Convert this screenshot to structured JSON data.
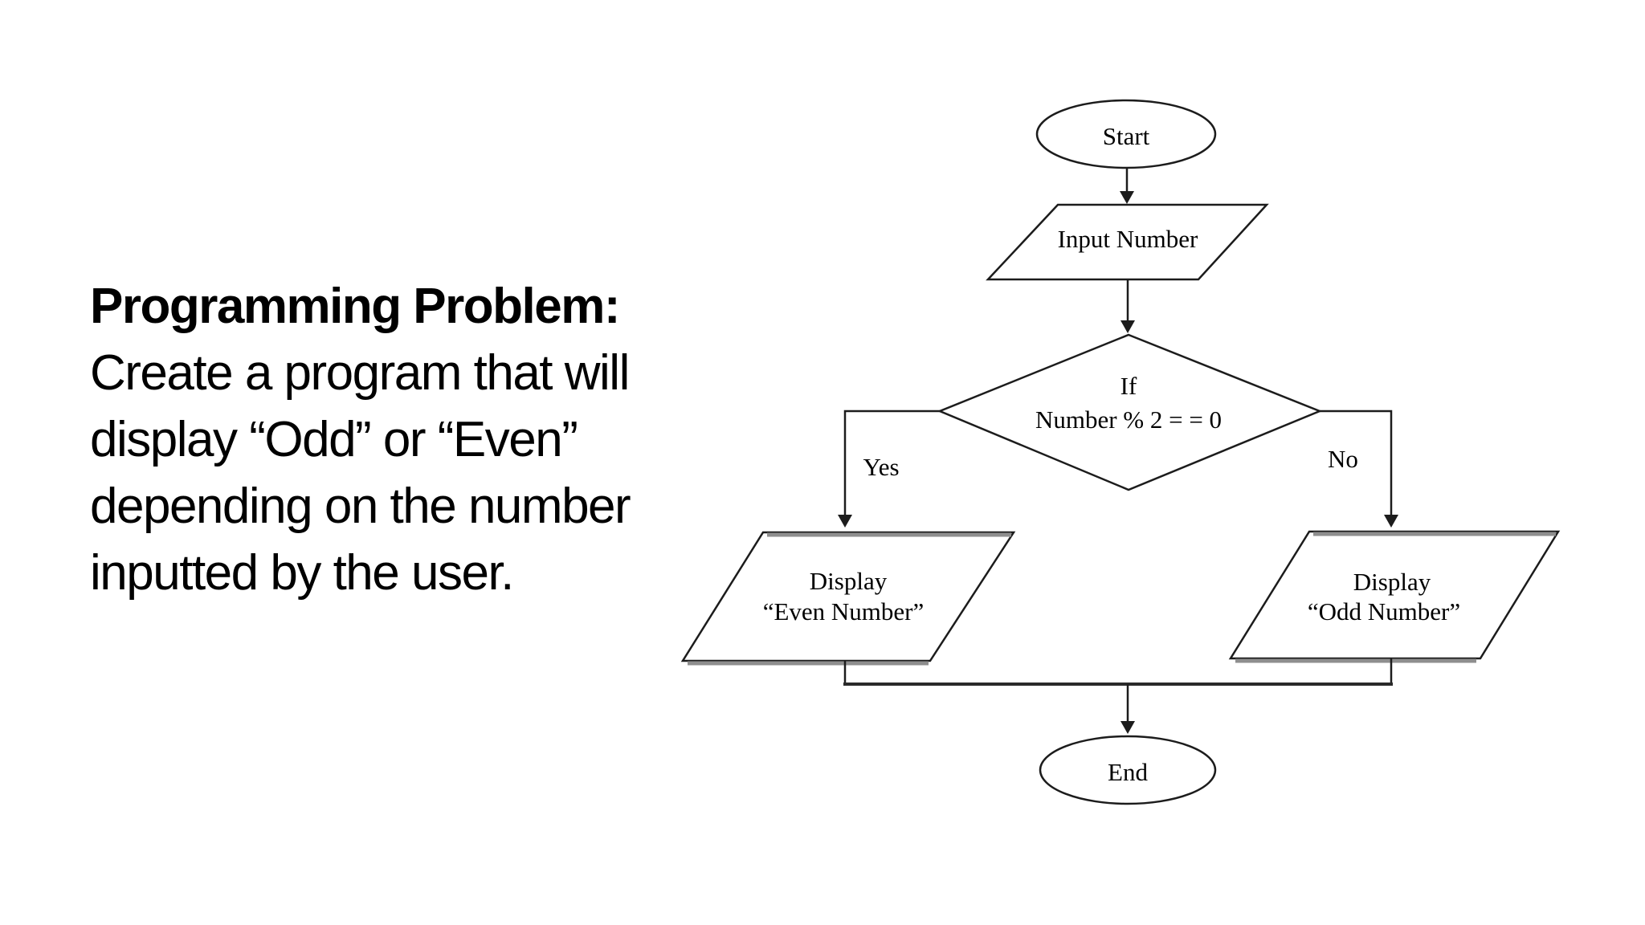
{
  "problem": {
    "title": "Programming Problem:",
    "lines": [
      "Create a program that will",
      "display “Odd” or “Even”",
      "depending on the number",
      "inputted by the user."
    ]
  },
  "flowchart": {
    "start_label": "Start",
    "input_label": "Input Number",
    "decision_line1": "If",
    "decision_line2": "Number % 2 = = 0",
    "yes_label": "Yes",
    "no_label": "No",
    "even_line1": "Display",
    "even_line2": "“Even Number”",
    "odd_line1": "Display",
    "odd_line2": "“Odd Number”",
    "end_label": "End"
  },
  "colors": {
    "background": "#ffffff",
    "stroke": "#1c1c1c",
    "shadow": "#8e8e8e",
    "text": "#000000"
  }
}
